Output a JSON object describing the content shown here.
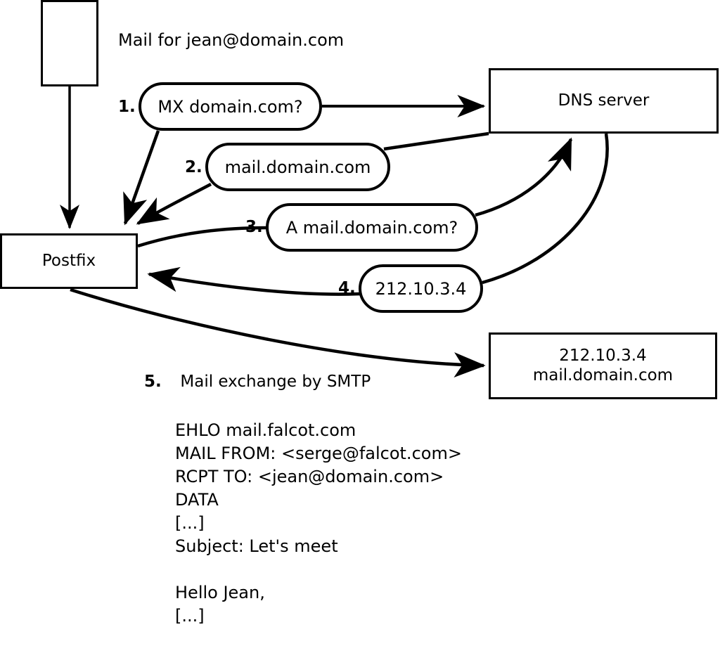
{
  "diagram": {
    "title_text": "Mail for jean@domain.com",
    "nodes": {
      "sender": {
        "label": ""
      },
      "postfix": {
        "label": "Postfix"
      },
      "dns_server": {
        "label": "DNS server"
      },
      "mail_server": {
        "label": "212.10.3.4\nmail.domain.com"
      }
    },
    "steps": [
      {
        "number": "1.",
        "text": "MX domain.com?"
      },
      {
        "number": "2.",
        "text": "mail.domain.com"
      },
      {
        "number": "3.",
        "text": "A mail.domain.com?"
      },
      {
        "number": "4.",
        "text": "212.10.3.4"
      }
    ],
    "step5": {
      "number": "5.",
      "text": "Mail exchange by SMTP"
    },
    "smtp_transcript": "EHLO mail.falcot.com\nMAIL FROM: <serge@falcot.com>\nRCPT TO: <jean@domain.com>\nDATA\n[...]\nSubject: Let's meet\n\nHello Jean,\n[...]\n\n.",
    "colors": {
      "stroke": "#000000",
      "fill": "#ffffff"
    }
  }
}
